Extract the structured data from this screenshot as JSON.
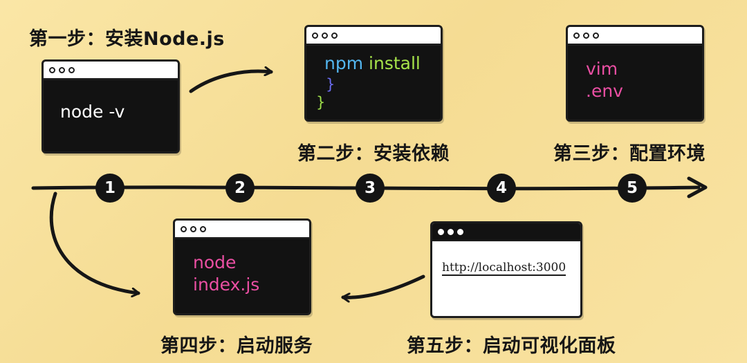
{
  "steps": [
    {
      "label": "第一步：安装Node.js",
      "marker": "1",
      "code": [
        "node -v"
      ]
    },
    {
      "label": "第二步：安装依赖",
      "marker": "2",
      "code": [
        "npm",
        "install",
        "}",
        "}"
      ]
    },
    {
      "label": "第三步：配置环境",
      "marker": "3",
      "code": [
        "vim",
        ".env"
      ]
    },
    {
      "label": "第四步：启动服务",
      "marker": "4",
      "code": [
        "node",
        "index.js"
      ]
    },
    {
      "label": "第五步：启动可视化面板",
      "marker": "5",
      "url": "http://localhost:3000"
    }
  ],
  "icons": {
    "window_controls": "three-dots-icon",
    "arrow": "curved-arrow-icon",
    "timeline_arrow": "arrow-right-icon"
  },
  "colors": {
    "background": "#f7e09a",
    "window": "#121212",
    "blue": "#53b6f0",
    "green": "#a6e34a",
    "purple": "#6a6cf0",
    "pink": "#ea4fa3"
  }
}
